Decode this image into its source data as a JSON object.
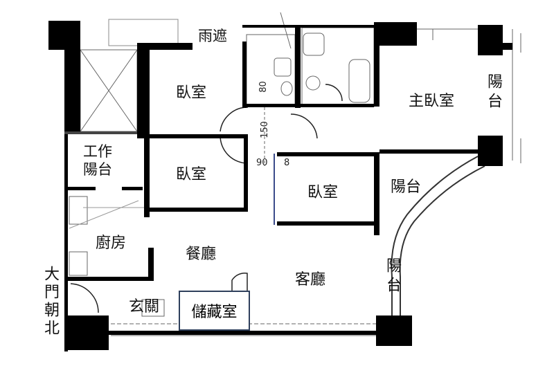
{
  "rooms": {
    "bedroom_top": "臥室",
    "bedroom_mid": "臥室",
    "bedroom_right": "臥室",
    "master_bedroom": "主臥室",
    "work_balcony": "工作\n陽台",
    "kitchen": "廚房",
    "dining": "餐廳",
    "living": "客廳",
    "entrance": "玄關",
    "storage": "儲藏室",
    "canopy": "雨遮",
    "balcony_east": "陽台",
    "balcony_right": "陽台",
    "balcony_curve": "陽台"
  },
  "door_note": "大門朝北",
  "dimensions": {
    "d80": "80",
    "d150": "150",
    "d90": "90",
    "d8": "8"
  },
  "colors": {
    "wall": "#000000",
    "line": "#555555",
    "storage_border": "#2e3f5c"
  }
}
